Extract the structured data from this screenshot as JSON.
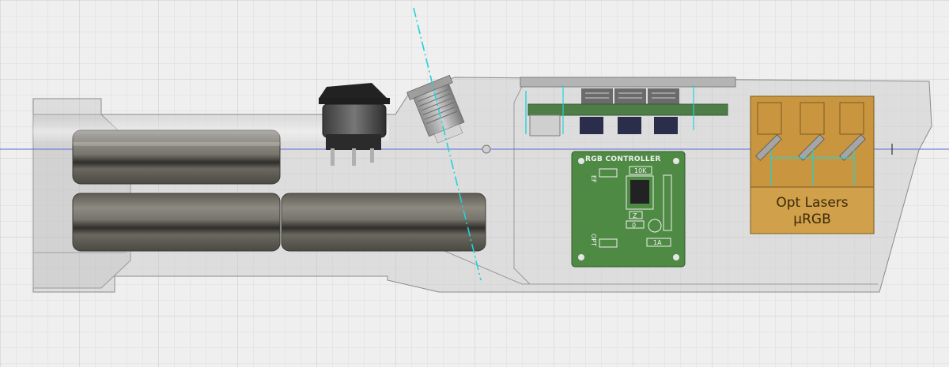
{
  "viewport": {
    "title": ""
  },
  "pcb": {
    "title": "RGB CONTROLLER",
    "label_ef": "EF",
    "label_opt": "OPT",
    "label_10k": "10K",
    "label_z": "Z",
    "label_0": "0",
    "label_1a": "1A"
  },
  "laser_module": {
    "line1": "Opt Lasers",
    "line2": "µRGB"
  },
  "colors": {
    "background": "#efefef",
    "grid_minor": "#dcdcdc",
    "grid_major": "#c8c8c8",
    "axis_blue": "#5a6cd8",
    "construction_cyan": "#22d3d8",
    "pcb_green": "#4f8a45",
    "laser_gold": "#c9953f"
  }
}
